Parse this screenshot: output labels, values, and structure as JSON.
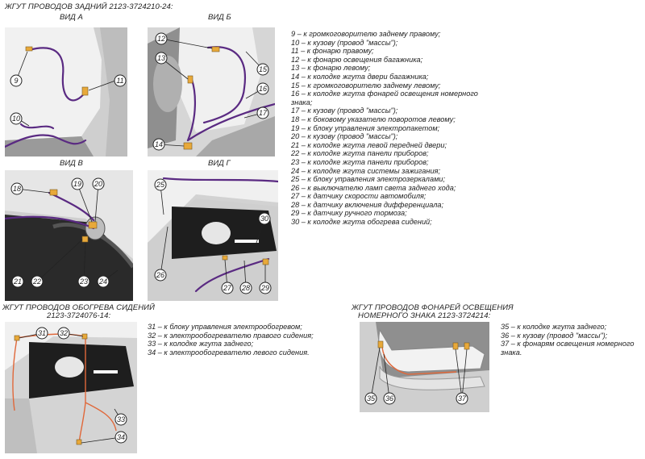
{
  "section1": {
    "title": "ЖГУТ ПРОВОДОВ ЗАДНИЙ 2123-3724210-24:",
    "views": [
      "ВИД А",
      "ВИД Б",
      "ВИД В",
      "ВИД Г"
    ],
    "legend": [
      "9 – к громкоговорителю заднему правому;",
      "10 – к кузову (провод \"массы\");",
      "11 – к фонарю правому;",
      "12 – к фонарю освещения багажника;",
      "13 – к фонарю левому;",
      "14 – к колодке жгута двери багажника;",
      "15 – к громкоговорителю заднему левому;",
      "16 – к колодке жгута фонарей освещения номерного",
      "знака;",
      "17 – к кузову (провод \"массы\");",
      "18 – к боковому указателю поворотов левому;",
      "19 – к блоку управления электропакетом;",
      "20 – к кузову (провод \"массы\");",
      "21 – к колодке жгута левой передней двери;",
      "22 – к колодке жгута панели приборов;",
      "23 – к колодке жгута панели приборов;",
      "24 – к колодке жгута системы зажигания;",
      "25 – к блоку управления электрозеркалами;",
      "26 – к выключателю ламп света заднего хода;",
      "27 – к датчику скорости автомобиля;",
      "28 – к датчику включения дифференциала;",
      "29 – к датчику ручного тормоза;",
      "30 – к колодке жгута обогрева сидений;"
    ]
  },
  "section2": {
    "title_line1": "ЖГУТ ПРОВОДОВ ОБОГРЕВА СИДЕНИЙ",
    "title_line2": "2123-3724076-14:",
    "legend": [
      "31 – к блоку управления электрообогревом;",
      "32 – к электрообогревателю правого сидения;",
      "33 – к колодке жгута заднего;",
      "34 – к электрообогревателю левого сидения."
    ]
  },
  "section3": {
    "title_line1": "ЖГУТ ПРОВОДОВ ФОНАРЕЙ ОСВЕЩЕНИЯ",
    "title_line2": "НОМЕРНОГО ЗНАКА 2123-3724214:",
    "legend": [
      "35 – к колодке жгута заднего;",
      "36 – к кузову (провод \"массы\");",
      "37 – к фонарям освещения номерного",
      "знака."
    ]
  },
  "callouts": {
    "a": [
      "9",
      "10",
      "11"
    ],
    "b": [
      "12",
      "13",
      "14",
      "15",
      "16",
      "17"
    ],
    "v": [
      "18",
      "19",
      "20",
      "21",
      "22",
      "23",
      "24"
    ],
    "g": [
      "25",
      "26",
      "27",
      "28",
      "29",
      "30"
    ],
    "s": [
      "31",
      "32",
      "33",
      "34"
    ],
    "n": [
      "35",
      "36",
      "37"
    ]
  }
}
